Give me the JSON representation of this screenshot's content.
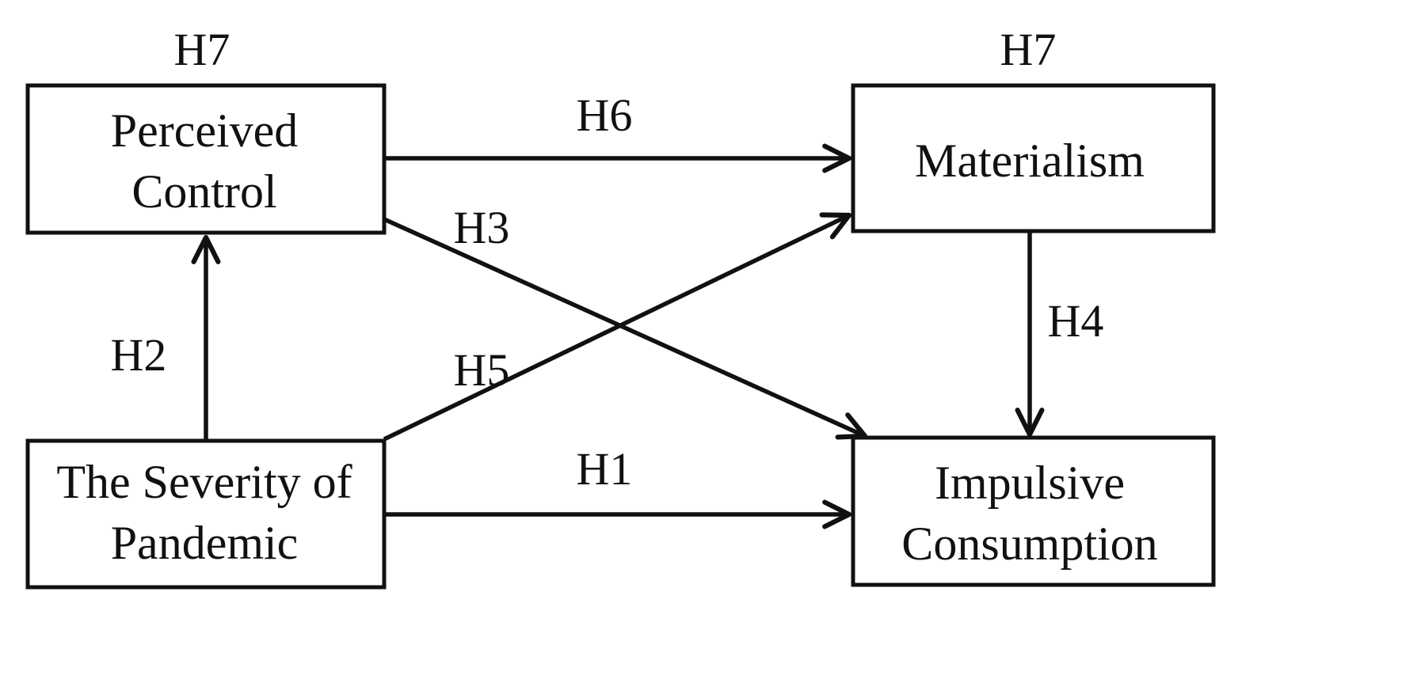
{
  "nodes": {
    "perceived_control": {
      "line1": "Perceived",
      "line2": "Control",
      "top_label": "H7"
    },
    "materialism": {
      "line1": "Materialism",
      "top_label": "H7"
    },
    "severity": {
      "line1": "The Severity of",
      "line2": "Pandemic"
    },
    "impulsive": {
      "line1": "Impulsive",
      "line2": "Consumption"
    }
  },
  "edges": {
    "h1": "H1",
    "h2": "H2",
    "h3": "H3",
    "h4": "H4",
    "h5": "H5",
    "h6": "H6"
  },
  "colors": {
    "stroke": "#111111",
    "background": "#ffffff"
  }
}
